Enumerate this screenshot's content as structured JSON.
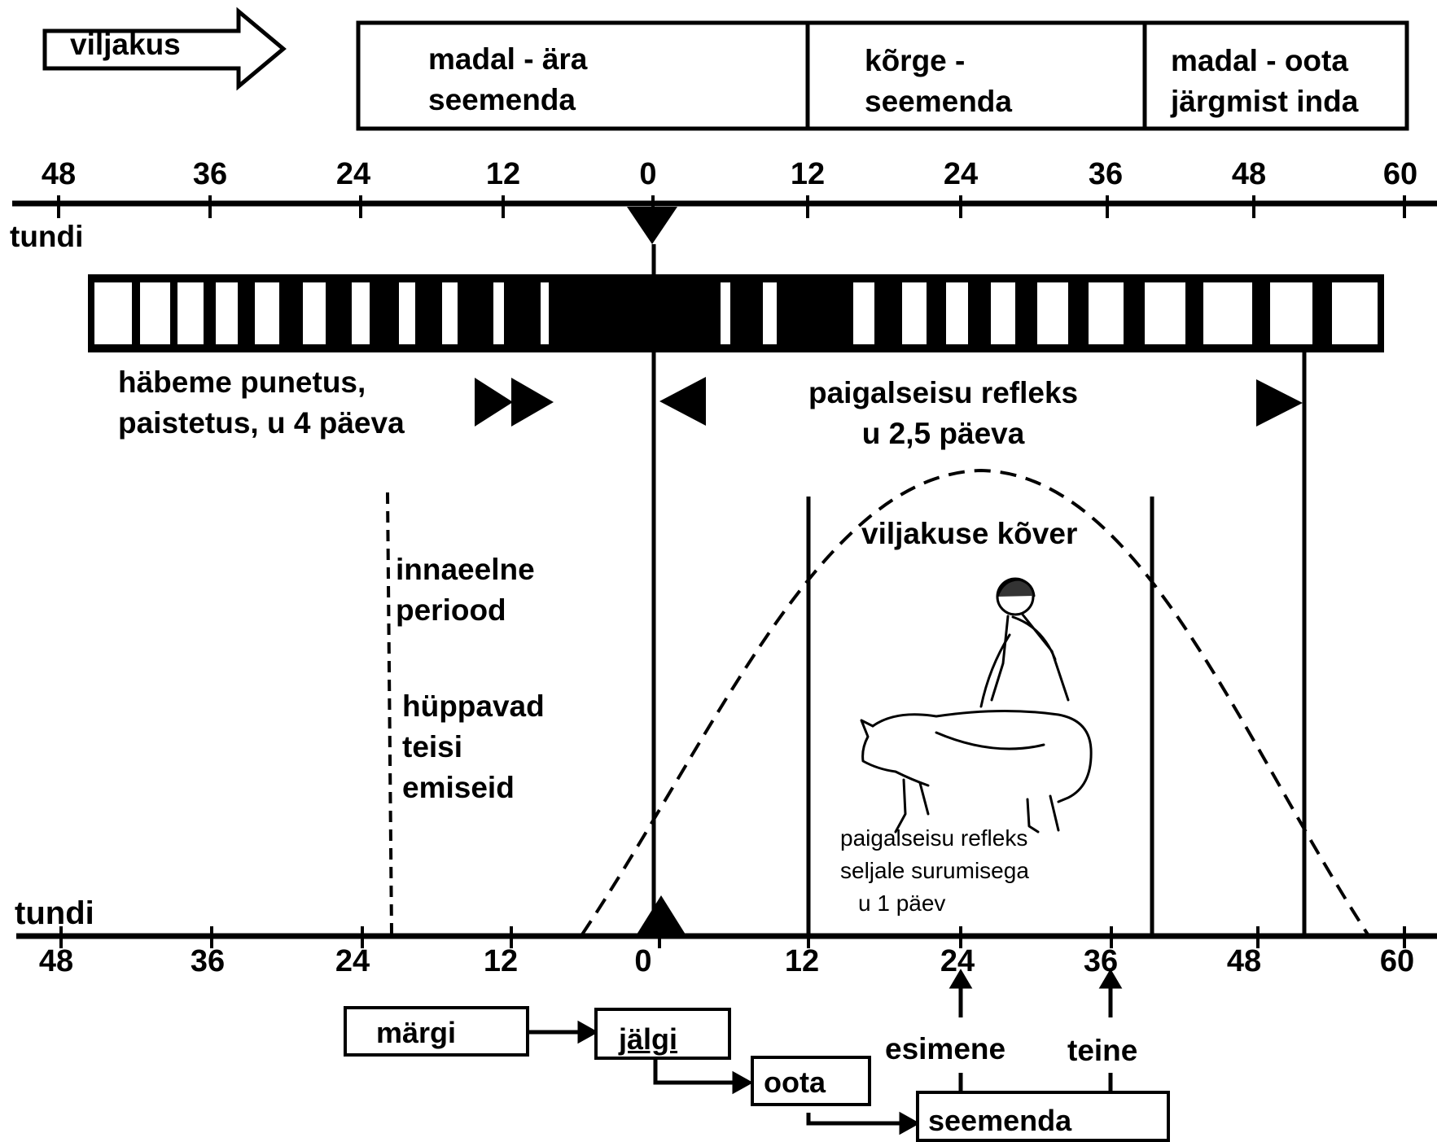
{
  "fertility": {
    "arrow_label": "viljakus",
    "zones": [
      {
        "label_line1": "madal - ära",
        "label_line2": "seemenda"
      },
      {
        "label_line1": "kõrge -",
        "label_line2": "seemenda"
      },
      {
        "label_line1": "madal - oota",
        "label_line2": "järgmist inda"
      }
    ]
  },
  "axis": {
    "unit_label": "tundi",
    "ticks": [
      "48",
      "36",
      "24",
      "12",
      "0",
      "12",
      "24",
      "36",
      "48",
      "60"
    ]
  },
  "annotations": {
    "vulva_line1": "häbeme punetus,",
    "vulva_line2": "paistetus, u 4 päeva",
    "standing_line1": "paigalseisu refleks",
    "standing_line2": "u 2,5 päeva",
    "curve_label": "viljakuse kõver",
    "pre_line1": "innaeelne",
    "pre_line2": "periood",
    "mount_line1": "hüppavad",
    "mount_line2": "teisi",
    "mount_line3": "emiseid",
    "back_line1": "paigalseisu refleks",
    "back_line2": "seljale surumisega",
    "back_line3": "u 1 päev"
  },
  "flow": {
    "step1": "märgi",
    "step2": "jälgi",
    "step3": "oota",
    "step4": "seemenda",
    "first_label": "esimene",
    "second_label": "teine"
  }
}
